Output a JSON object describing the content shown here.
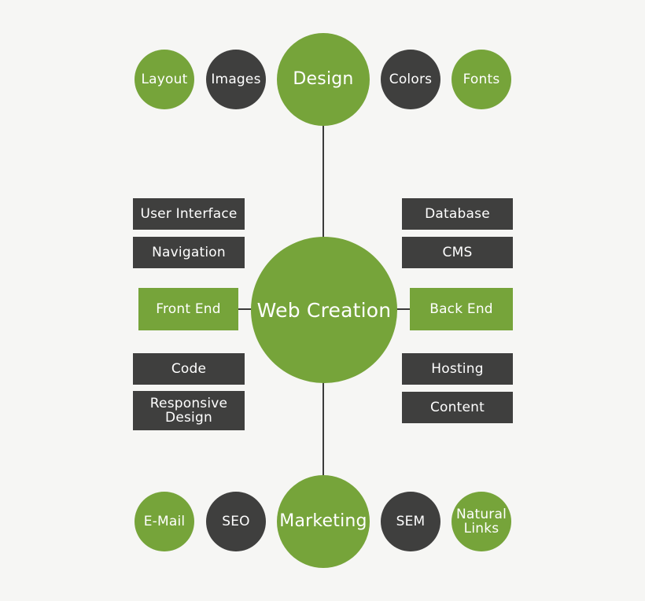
{
  "diagram": {
    "title": "Web Creation",
    "type": "mind-map",
    "colors": {
      "green": "#76a43a",
      "dark": "#3f3f3e",
      "background": "#f6f6f4",
      "text": "#ffffff",
      "connector": "#3b3b3a"
    },
    "hub": {
      "label": "Web Creation",
      "shape": "circle",
      "color": "green"
    },
    "branches": {
      "design": {
        "label": "Design",
        "shape": "circle",
        "color": "green",
        "children": [
          {
            "label": "Layout",
            "shape": "circle",
            "color": "green"
          },
          {
            "label": "Images",
            "shape": "circle",
            "color": "dark"
          },
          {
            "label": "Colors",
            "shape": "circle",
            "color": "dark"
          },
          {
            "label": "Fonts",
            "shape": "circle",
            "color": "green"
          }
        ]
      },
      "front_end": {
        "label": "Front End",
        "shape": "box",
        "color": "green",
        "children": [
          {
            "label": "User Interface",
            "shape": "box",
            "color": "dark"
          },
          {
            "label": "Navigation",
            "shape": "box",
            "color": "dark"
          },
          {
            "label": "Code",
            "shape": "box",
            "color": "dark"
          },
          {
            "label": "Responsive Design",
            "shape": "box",
            "color": "dark"
          }
        ]
      },
      "back_end": {
        "label": "Back End",
        "shape": "box",
        "color": "green",
        "children": [
          {
            "label": "Database",
            "shape": "box",
            "color": "dark"
          },
          {
            "label": "CMS",
            "shape": "box",
            "color": "dark"
          },
          {
            "label": "Hosting",
            "shape": "box",
            "color": "dark"
          },
          {
            "label": "Content",
            "shape": "box",
            "color": "dark"
          }
        ]
      },
      "marketing": {
        "label": "Marketing",
        "shape": "circle",
        "color": "green",
        "children": [
          {
            "label": "E-Mail",
            "shape": "circle",
            "color": "green"
          },
          {
            "label": "SEO",
            "shape": "circle",
            "color": "dark"
          },
          {
            "label": "SEM",
            "shape": "circle",
            "color": "dark"
          },
          {
            "label": "Natural Links",
            "shape": "circle",
            "color": "green"
          }
        ]
      }
    }
  }
}
